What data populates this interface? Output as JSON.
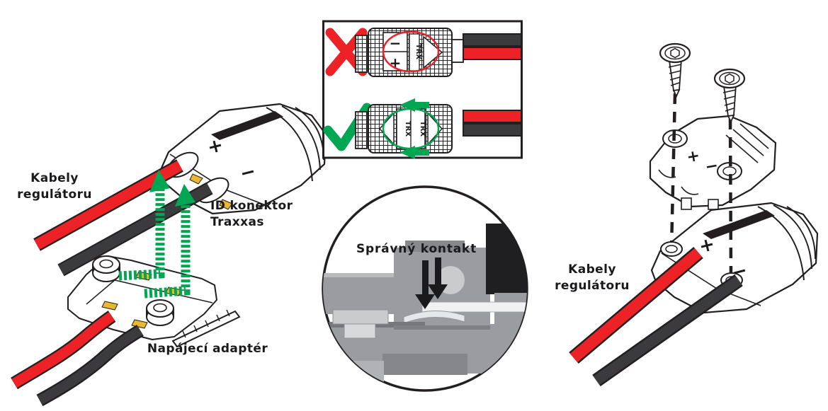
{
  "diagram": {
    "title": "Traxxas ID connector wiring instructions",
    "labels": {
      "esc_cables_left": "Kabely\nregulátoru",
      "id_connector": "ID konektor\nTraxxas",
      "power_adapter": "Napájecí adaptér",
      "correct_contact": "Správný kontakt",
      "esc_cables_right": "Kabely\nregulátoru"
    },
    "markings": {
      "plus": "+",
      "minus": "−",
      "trx": "TRX"
    },
    "icons": {
      "wrong": "x-mark",
      "correct": "check-mark",
      "insertion_arrows": "green-dashed-arrows",
      "contact_arrows": "black-down-arrows",
      "screws": "self-tapping-screws"
    },
    "colors": {
      "wire_red": "#EC2227",
      "wire_black": "#3B3A3C",
      "green": "#00A651",
      "red": "#EC2227",
      "ink": "#231F20",
      "cutaway_gray": "#9A9CA0",
      "cutaway_light": "#C9CBCD",
      "cutaway_dark": "#1F1F21",
      "contact_gold": "#E8B830"
    }
  }
}
